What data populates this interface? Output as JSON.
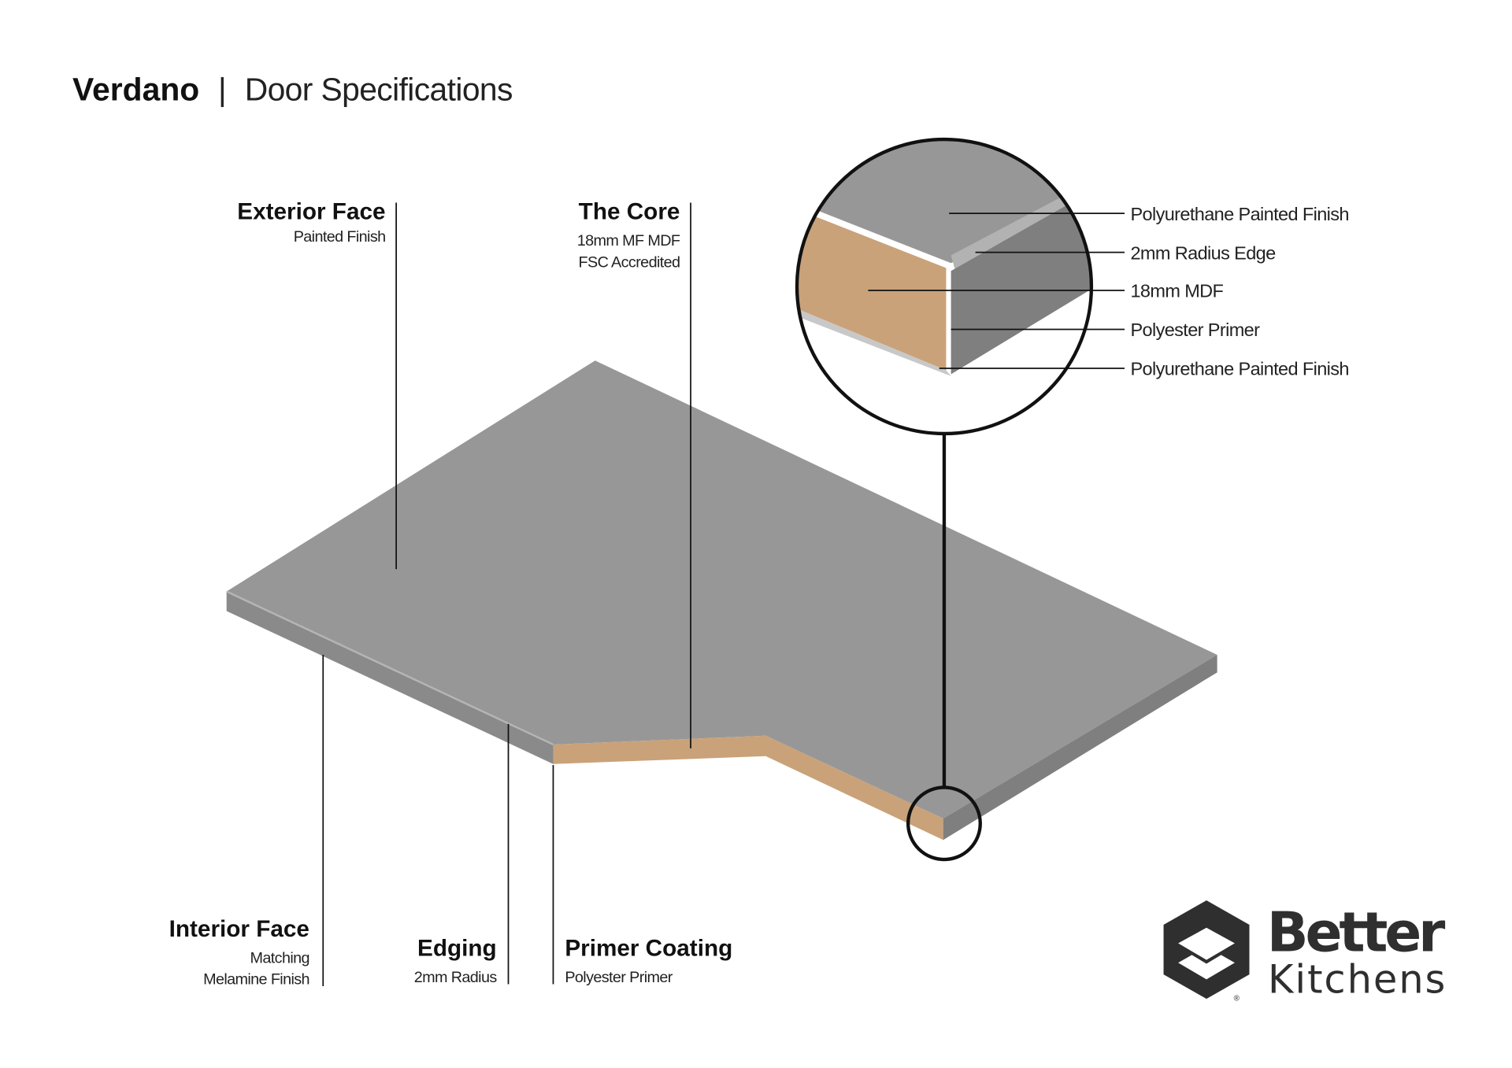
{
  "header": {
    "brand": "Verdano",
    "separator": "|",
    "subtitle": "Door Specifications"
  },
  "callouts": {
    "exterior_face": {
      "title": "Exterior Face",
      "lines": [
        "Painted Finish"
      ]
    },
    "core": {
      "title": "The Core",
      "lines": [
        "18mm MF MDF",
        "FSC Accredited"
      ]
    },
    "interior_face": {
      "title": "Interior Face",
      "lines": [
        "Matching",
        "Melamine Finish"
      ]
    },
    "edging": {
      "title": "Edging",
      "lines": [
        "2mm Radius"
      ]
    },
    "primer_coating": {
      "title": "Primer Coating",
      "lines": [
        "Polyester Primer"
      ]
    }
  },
  "detail_layers": [
    "Polyurethane Painted Finish",
    "2mm Radius Edge",
    "18mm MDF",
    "Polyester Primer",
    "Polyurethane Painted Finish"
  ],
  "logo": {
    "line1": "Better",
    "line2": "Kitchens",
    "registered": "®"
  },
  "colors": {
    "face": "#989797",
    "side": "#7f7f7f",
    "mdf": "#c9a27a",
    "ink": "#111111",
    "logo": "#2f2f2f"
  }
}
